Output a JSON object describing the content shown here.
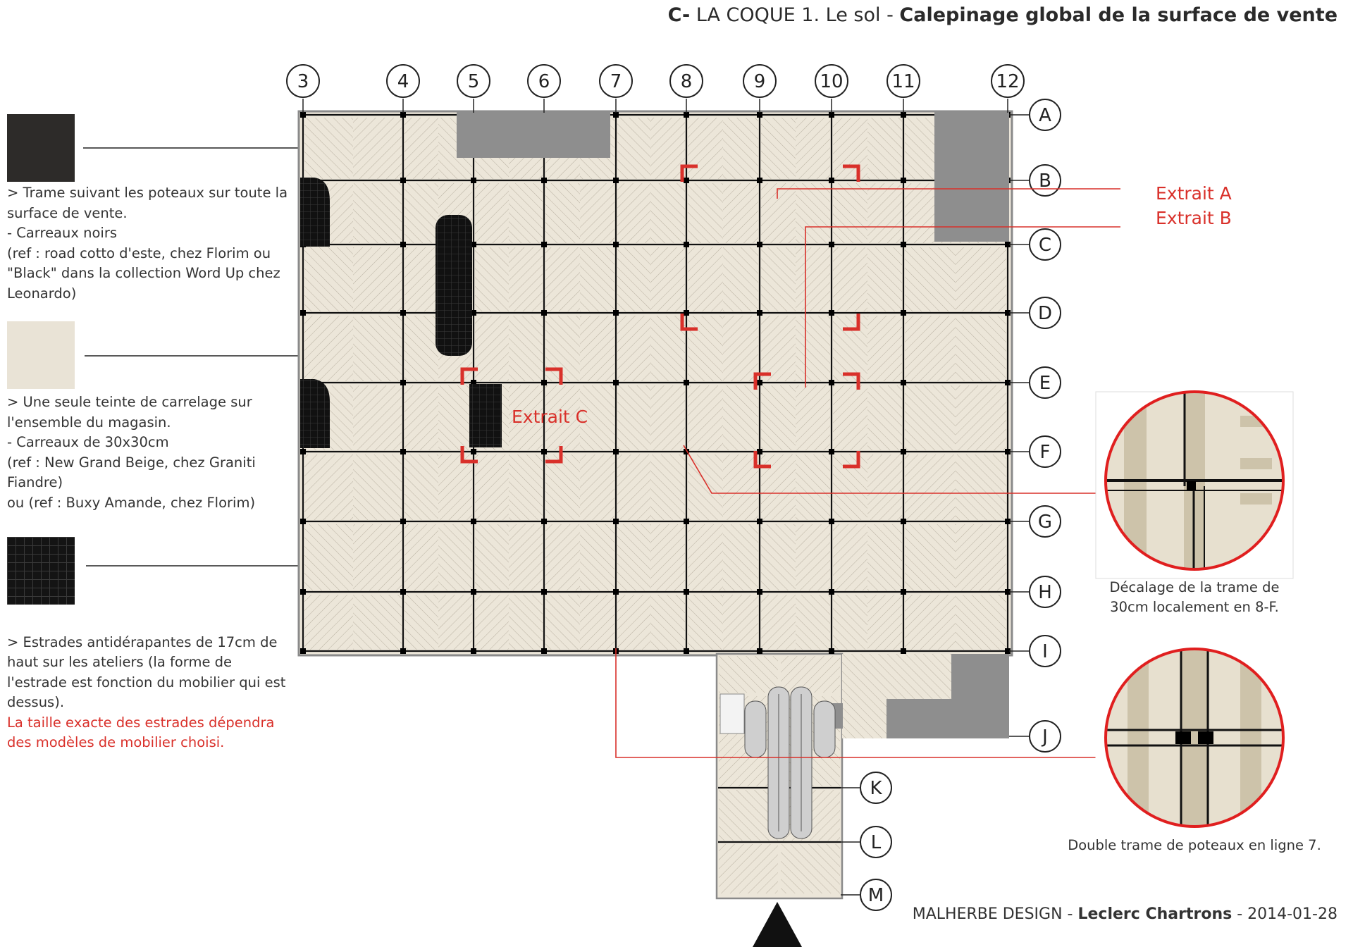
{
  "header": {
    "prefix": "C-",
    "section": "LA COQUE 1. Le sol -",
    "subject": "Calepinage global de la surface de vente"
  },
  "legend": [
    {
      "text": "> Trame suivant les poteaux sur toute la surface de vente.\n- Carreaux noirs\n(ref : road cotto d'este, chez Florim ou \"Black\" dans la collection Word Up chez Leonardo)"
    },
    {
      "text": "> Une seule teinte de carrelage sur l'ensemble du magasin.\n- Carreaux de 30x30cm\n(ref : New Grand Beige, chez Graniti Fiandre)\nou (ref : Buxy Amande, chez Florim)"
    },
    {
      "text": "> Estrades antidérapantes de 17cm de haut sur les ateliers (la forme de l'estrade est fonction du mobilier qui est dessus).",
      "note": "La taille exacte des estrades dépendra des modèles de mobilier choisi."
    }
  ],
  "plan": {
    "column_axes": [
      "3",
      "4",
      "5",
      "6",
      "7",
      "8",
      "9",
      "10",
      "11",
      "12"
    ],
    "row_axes": [
      "A",
      "B",
      "C",
      "D",
      "E",
      "F",
      "G",
      "H",
      "I",
      "J",
      "K",
      "L",
      "M"
    ],
    "extraits": [
      "Extrait A",
      "Extrait B",
      "Extrait C"
    ]
  },
  "details": [
    {
      "caption": "Décalage de la trame de 30cm localement en 8-F."
    },
    {
      "caption": "Double trame de poteaux en ligne 7."
    }
  ],
  "footer": {
    "company": "MALHERBE DESIGN -",
    "project": "Leclerc Chartrons",
    "date": "- 2014-01-28"
  },
  "colors": {
    "accent_red": "#d9302a",
    "tile_beige": "#ece6d9",
    "dark_grey": "#8c8c8c"
  }
}
